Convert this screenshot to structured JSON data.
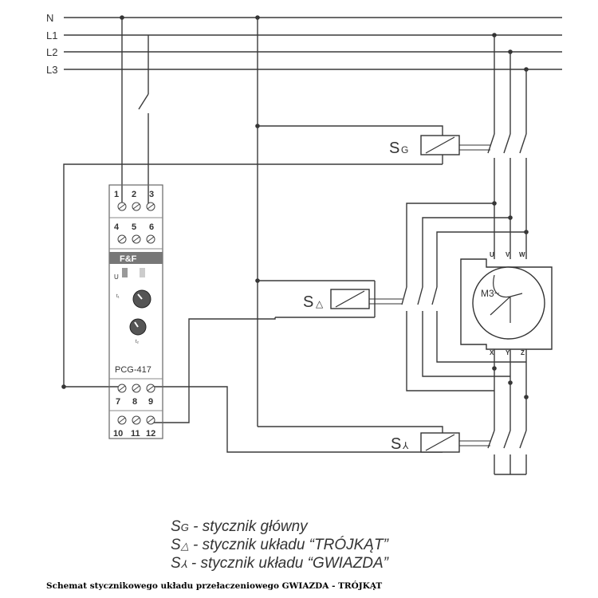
{
  "lines": [
    "N",
    "L1",
    "L2",
    "L3"
  ],
  "relay": {
    "top_terminals": [
      "1",
      "2",
      "3"
    ],
    "mid_terminals": [
      "4",
      "5",
      "6"
    ],
    "brand": "F&F",
    "model": "PCG-417",
    "label_u": "U",
    "label_t1": "t₁",
    "label_t2": "t₂",
    "bottom_terminals": [
      "7",
      "8",
      "9"
    ],
    "bottom2_terminals": [
      "10",
      "11",
      "12"
    ]
  },
  "contactors": {
    "main": {
      "symbol": "S",
      "sub": "G"
    },
    "delta": {
      "symbol": "S",
      "sub": "△"
    },
    "star": {
      "symbol": "S",
      "sub": "⅄"
    }
  },
  "motor": {
    "label": "M3~",
    "top_terminals": [
      "U",
      "V",
      "W"
    ],
    "bottom_terminals": [
      "X",
      "Y",
      "Z"
    ]
  },
  "legend": [
    {
      "symbol": "S",
      "sub": "G",
      "text": " - stycznik główny"
    },
    {
      "symbol": "S",
      "sub": "△",
      "text": " - stycznik układu “TRÓJKĄT”"
    },
    {
      "symbol": "S",
      "sub": "⅄",
      "text": " - stycznik układu “GWIAZDA”"
    }
  ],
  "caption": "Schemat stycznikowego układu przełaczeniowego GWIAZDA - TRÓJKĄT"
}
